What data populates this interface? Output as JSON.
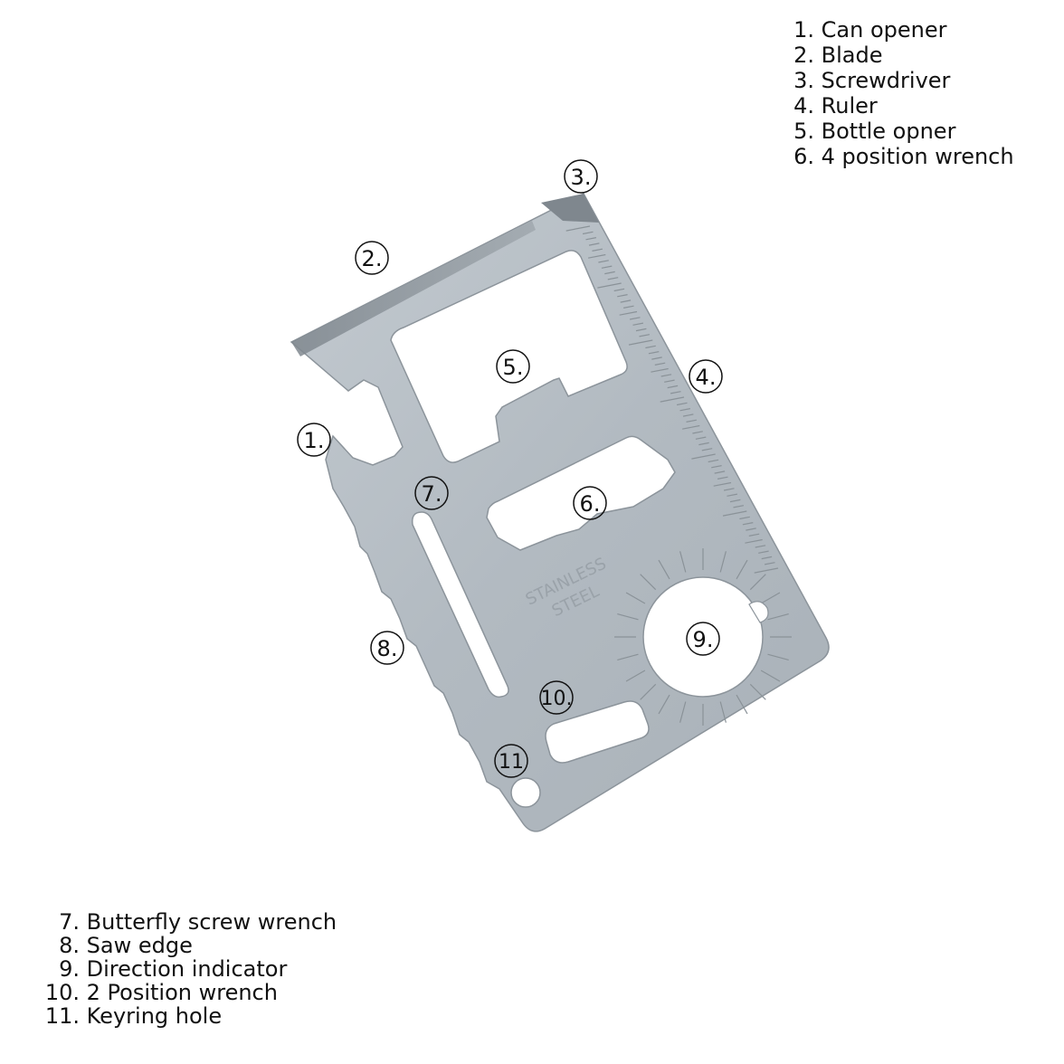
{
  "legend_top": [
    {
      "num": "1.",
      "label": "Can opener"
    },
    {
      "num": "2.",
      "label": "Blade"
    },
    {
      "num": "3.",
      "label": "Screwdriver"
    },
    {
      "num": "4.",
      "label": "Ruler"
    },
    {
      "num": "5.",
      "label": "Bottle opner"
    },
    {
      "num": "6.",
      "label": "4 position wrench"
    }
  ],
  "legend_bottom": [
    {
      "num": "7.",
      "label": "Butterfly screw wrench"
    },
    {
      "num": "8.",
      "label": "Saw edge"
    },
    {
      "num": "9.",
      "label": "Direction indicator"
    },
    {
      "num": "10.",
      "label": "2 Position wrench"
    },
    {
      "num": "11.",
      "label": "Keyring hole"
    }
  ],
  "markers": {
    "m1": "1.",
    "m2": "2.",
    "m3": "3.",
    "m4": "4.",
    "m5": "5.",
    "m6": "6.",
    "m7": "7.",
    "m8": "8.",
    "m9": "9.",
    "m10": "10.",
    "m11": "11"
  },
  "stamp": {
    "line1": "STAINLESS",
    "line2": "STEEL"
  },
  "colors": {
    "steel": "#b4bcc3",
    "steel_dark": "#8c949b",
    "background": "#ffffff",
    "text": "#111111"
  }
}
